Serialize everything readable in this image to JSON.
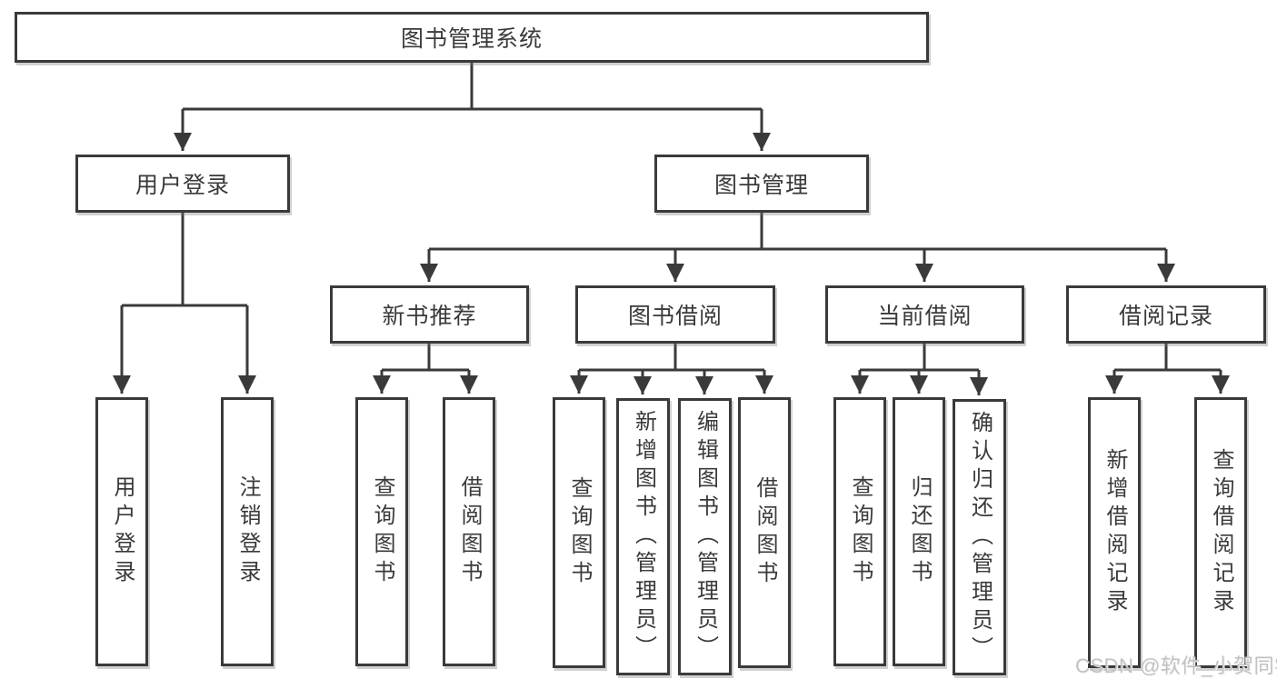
{
  "nodes": {
    "root": "图书管理系统",
    "user_login": "用户登录",
    "book_mgmt": "图书管理",
    "new_book_rec": "新书推荐",
    "book_borrow": "图书借阅",
    "current_borrow": "当前借阅",
    "borrow_record": "借阅记录",
    "user_login_child": "用户登录",
    "logout": "注销登录",
    "nbr_query": "查询图书",
    "nbr_borrow": "借阅图书",
    "bb_query": "查询图书",
    "bb_add": "新增图书（管理员）",
    "bb_edit": "编辑图书（管理员）",
    "bb_borrow": "借阅图书",
    "cb_query": "查询图书",
    "cb_return": "归还图书",
    "cb_confirm": "确认归还（管理员）",
    "br_add": "新增借阅记录",
    "br_query": "查询借阅记录"
  },
  "watermark": {
    "text": "CSDN @软件_小贺同学"
  },
  "colors": {
    "line": "#3a3a3a",
    "text": "#3a3a3a",
    "watermark": "#c2c2c2",
    "background": "#ffffff"
  }
}
